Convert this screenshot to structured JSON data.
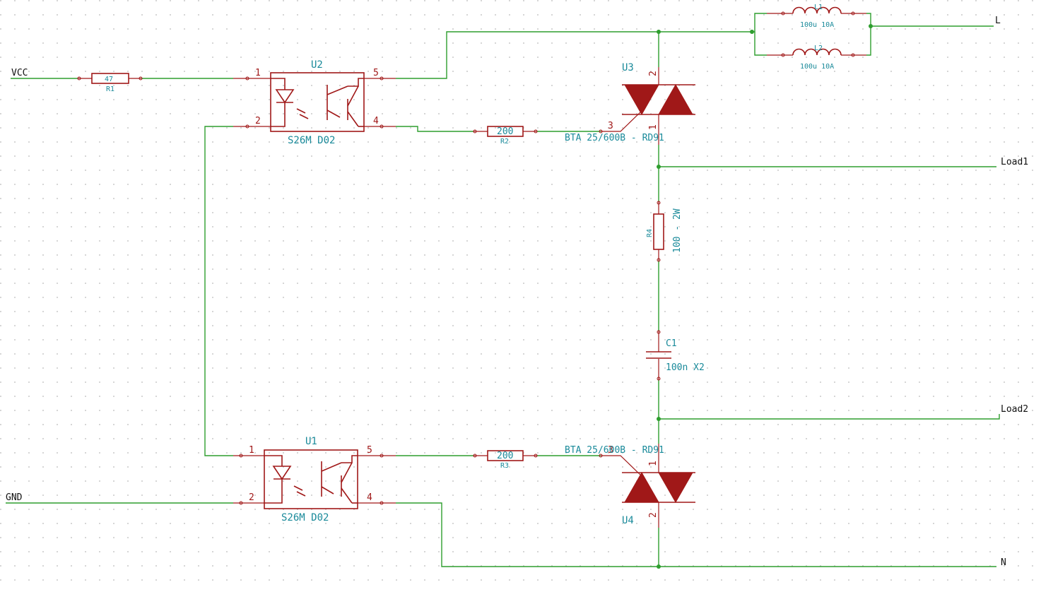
{
  "nets": {
    "vcc": "VCC",
    "gnd": "GND",
    "line": "L",
    "load1": "Load1",
    "load2": "Load2",
    "neutral": "N"
  },
  "components": {
    "r1": {
      "ref": "R1",
      "value": "47"
    },
    "r2": {
      "ref": "R2",
      "value": "200"
    },
    "r3": {
      "ref": "R3",
      "value": "200"
    },
    "r4": {
      "ref": "R4",
      "value": "100 - 2W"
    },
    "c1": {
      "ref": "C1",
      "value": "100n X2"
    },
    "l1": {
      "ref": "L1",
      "value": "100u 10A"
    },
    "l2": {
      "ref": "L2",
      "value": "100u 10A"
    },
    "u1": {
      "ref": "U1",
      "value": "S26M D02"
    },
    "u2": {
      "ref": "U2",
      "value": "S26M D02"
    },
    "u3": {
      "ref": "U3",
      "value": "BTA 25/600B - RD91"
    },
    "u4": {
      "ref": "U4",
      "value": "BTA 25/600B - RD91"
    }
  },
  "pins": {
    "u2": {
      "p1": "1",
      "p2": "2",
      "p4": "4",
      "p5": "5"
    },
    "u1": {
      "p1": "1",
      "p2": "2",
      "p4": "4",
      "p5": "5"
    },
    "u3": {
      "p1": "1",
      "p2": "2",
      "p3": "3"
    },
    "u4": {
      "p1": "1",
      "p2": "2",
      "p3": "3"
    }
  },
  "colors": {
    "wire": "#2e9e2e",
    "component": "#a01818",
    "reference_text": "#1a8a9a",
    "net_text": "#111111",
    "grid_dot": "#b8b8b8"
  }
}
